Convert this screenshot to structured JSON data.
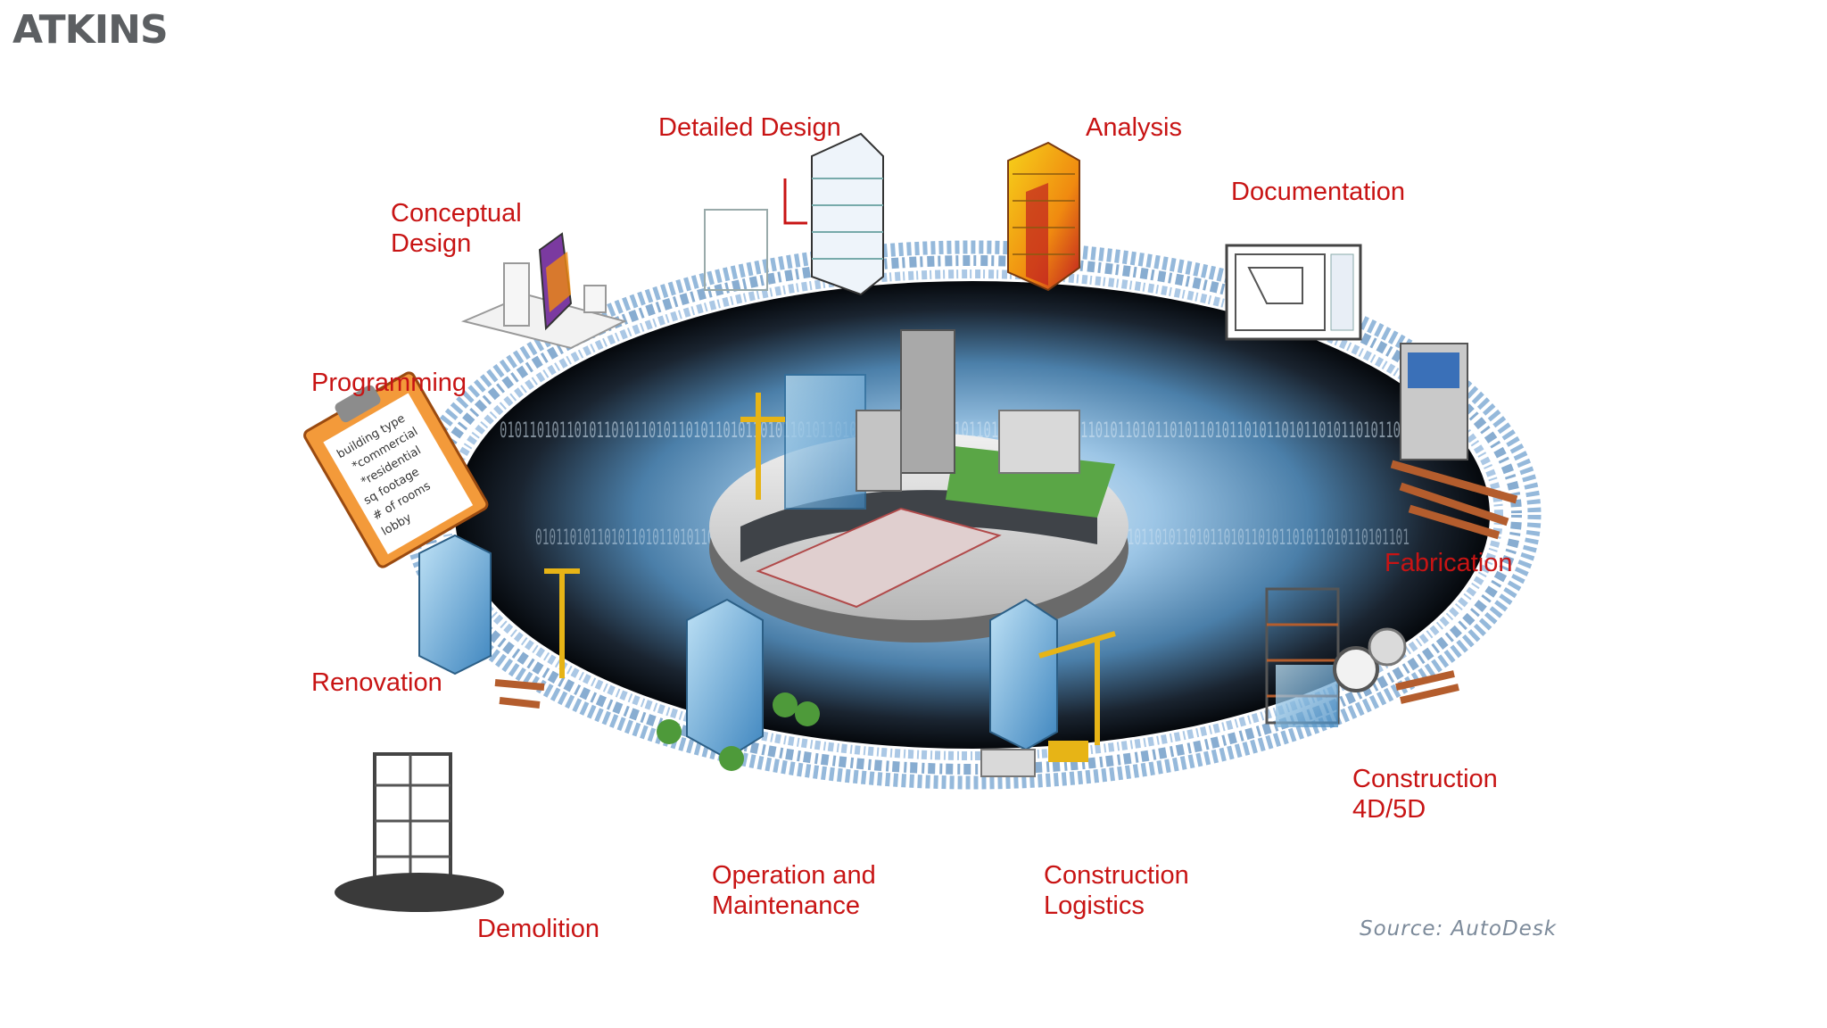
{
  "brand": {
    "logo_text": "ATKINS"
  },
  "diagram": {
    "ring_binary_text": "0101101011010110101101011010110101101011010110101101011010110101101011010110101101011010110101101011010110101101011010110101101",
    "clipboard_items": [
      "building type",
      "*commercial",
      "*residential",
      "sq footage",
      "# of rooms",
      "lobby"
    ],
    "stages": [
      {
        "id": "conceptual-design",
        "lines": [
          "Conceptual",
          "Design"
        ]
      },
      {
        "id": "detailed-design",
        "lines": [
          "Detailed Design"
        ]
      },
      {
        "id": "analysis",
        "lines": [
          "Analysis"
        ]
      },
      {
        "id": "documentation",
        "lines": [
          "Documentation"
        ]
      },
      {
        "id": "programming",
        "lines": [
          "Programming"
        ]
      },
      {
        "id": "fabrication",
        "lines": [
          "Fabrication"
        ]
      },
      {
        "id": "renovation",
        "lines": [
          "Renovation"
        ]
      },
      {
        "id": "construction-4d5d",
        "lines": [
          "Construction",
          "4D/5D"
        ]
      },
      {
        "id": "demolition",
        "lines": [
          "Demolition"
        ]
      },
      {
        "id": "operation-maintenance",
        "lines": [
          "Operation and",
          "Maintenance"
        ]
      },
      {
        "id": "construction-logistics",
        "lines": [
          "Construction",
          "Logistics"
        ]
      }
    ],
    "source": "Source: AutoDesk"
  },
  "colors": {
    "label_red": "#c81414",
    "ring_blue": "#6a98c6",
    "glass_blue": "#6fb4e0",
    "crane_yellow": "#e7b416"
  }
}
